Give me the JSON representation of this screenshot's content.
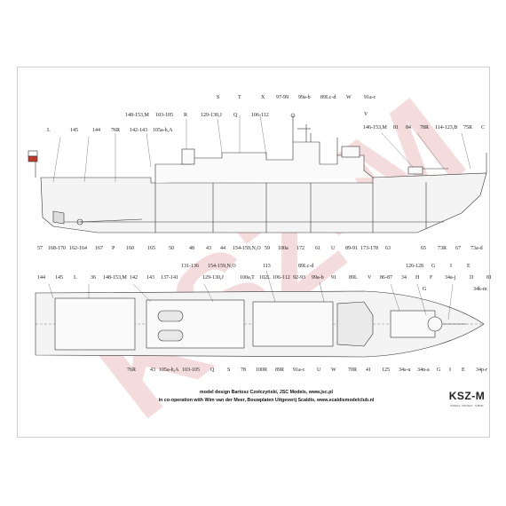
{
  "watermark": {
    "text": "KSZ-M"
  },
  "side_view": {
    "top_labels": [
      "S",
      "T",
      "X",
      "97-99",
      "99a-b",
      "89Lc-d",
      "W",
      "91a-c",
      "V",
      "148-153,M",
      "103-105",
      "R",
      "129-130,J",
      "Q",
      "106-112",
      "L",
      "145",
      "144",
      "76R",
      "142-143",
      "105a-h,A",
      "146-153,M",
      "81",
      "84",
      "78R",
      "114-123,B",
      "75R",
      "C"
    ],
    "bottom_labels": [
      "57",
      "168-170",
      "162-164",
      "167",
      "P",
      "160",
      "165",
      "50",
      "48",
      "43",
      "44",
      "154-159,N,O",
      "59",
      "100a",
      "172",
      "61",
      "U",
      "89-91",
      "173-178",
      "63",
      "65",
      "73R",
      "67",
      "73a-d"
    ]
  },
  "plan_view": {
    "top_labels": [
      "144",
      "145",
      "L",
      "36",
      "148-153,M",
      "142",
      "143",
      "137-141",
      "131-136",
      "154-159,N,O",
      "129-130,J",
      "100a,T",
      "102L",
      "106-112",
      "113",
      "92-93",
      "99a-b",
      "91",
      "89Lc-d",
      "89L",
      "V",
      "86-87",
      "34",
      "126-128",
      "G",
      "I",
      "E",
      "H",
      "F",
      "34a-j",
      "D",
      "81",
      "34k-m",
      "G"
    ],
    "bottom_labels": [
      "76R",
      "43",
      "105a-h,A",
      "103-105",
      "Q",
      "S",
      "78",
      "100R",
      "89R",
      "91a-c",
      "U",
      "W",
      "70R",
      "41",
      "125",
      "34s-u",
      "34n-a",
      "G",
      "I",
      "E",
      "34p-r"
    ]
  },
  "credits": {
    "line1": "model design Bartosz Czołczyński, JSC Models, www.jsc.pl",
    "line2": "in co-operation with Wim van der Meer, Bouwplaten Uitgeverij Scaldis, www.scaldismodelclub.nl"
  },
  "logo": {
    "text": "KSZ-M",
    "subtitle": "MODELS · PROJECT · SUBMIT"
  },
  "colors": {
    "line": "#333333",
    "hull_fill": "#f4f4f4",
    "flag_red": "#c0392b"
  }
}
